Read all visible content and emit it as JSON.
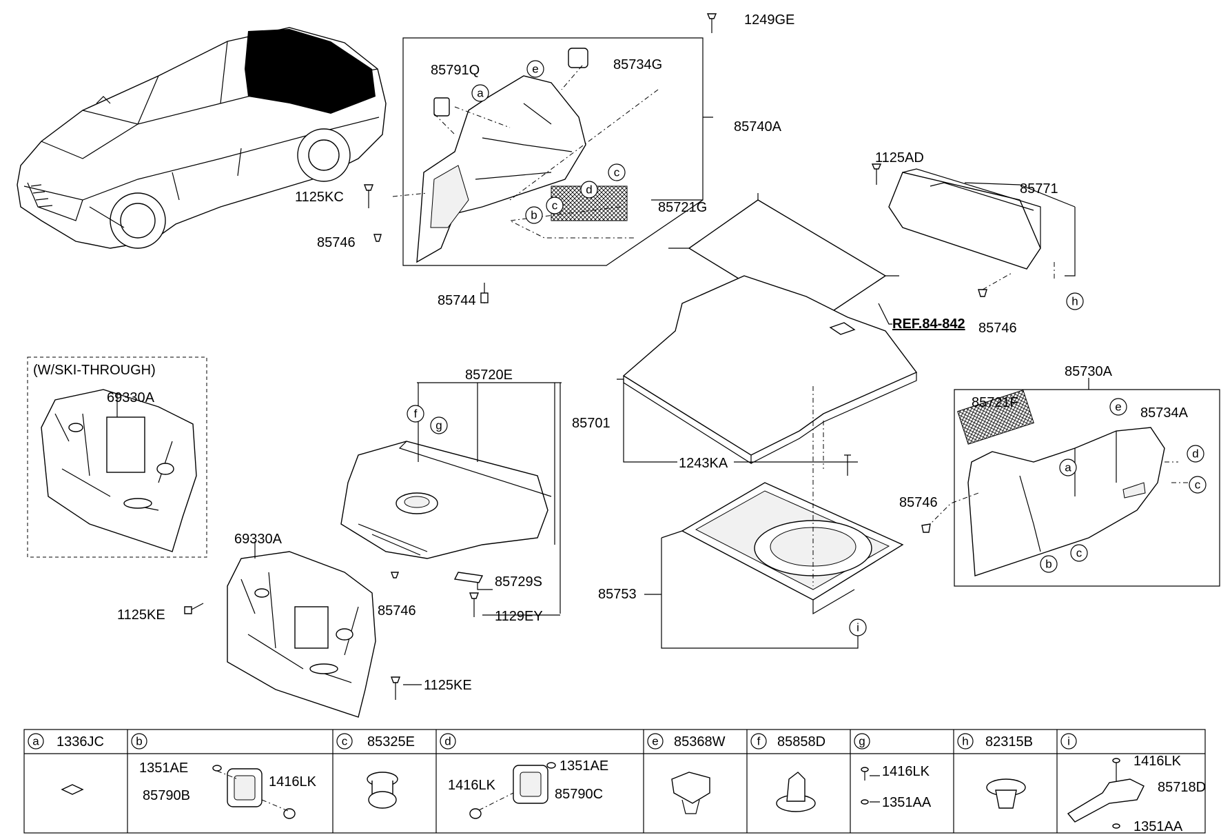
{
  "labels": {
    "p1249GE": "1249GE",
    "p85734G": "85734G",
    "p85791Q": "85791Q",
    "p85740A": "85740A",
    "p1125KC": "1125KC",
    "p85721G": "85721G",
    "p85746_a": "85746",
    "p85744": "85744",
    "p1125AD": "1125AD",
    "p85771": "85771",
    "p85746_b": "85746",
    "ref": "REF.84-842",
    "skiNote": "(W/SKI-THROUGH)",
    "p69330A_a": "69330A",
    "p85720E": "85720E",
    "p85701": "85701",
    "p1243KA": "1243KA",
    "p85730A": "85730A",
    "p85721F": "85721F",
    "p85734A": "85734A",
    "p85746_c": "85746",
    "p85753": "85753",
    "p85729S": "85729S",
    "p85746_d": "85746",
    "p1129EY": "1129EY",
    "p69330A_b": "69330A",
    "p1125KE_a": "1125KE",
    "p1125KE_b": "1125KE"
  },
  "callouts": [
    "a",
    "b",
    "c",
    "d",
    "e",
    "f",
    "g",
    "h",
    "i"
  ],
  "table": {
    "headers": [
      {
        "letter": "a",
        "part": "1336JC"
      },
      {
        "letter": "b",
        "part": ""
      },
      {
        "letter": "c",
        "part": "85325E"
      },
      {
        "letter": "d",
        "part": ""
      },
      {
        "letter": "e",
        "part": "85368W"
      },
      {
        "letter": "f",
        "part": "85858D"
      },
      {
        "letter": "g",
        "part": ""
      },
      {
        "letter": "h",
        "part": "82315B"
      },
      {
        "letter": "i",
        "part": ""
      }
    ],
    "cellLabels": {
      "b1": "1351AE",
      "b2": "85790B",
      "b3": "1416LK",
      "d1": "1416LK",
      "d2": "1351AE",
      "d3": "85790C",
      "g1": "1416LK",
      "g2": "1351AA",
      "i1": "1416LK",
      "i2": "85718D",
      "i3": "1351AA"
    }
  }
}
